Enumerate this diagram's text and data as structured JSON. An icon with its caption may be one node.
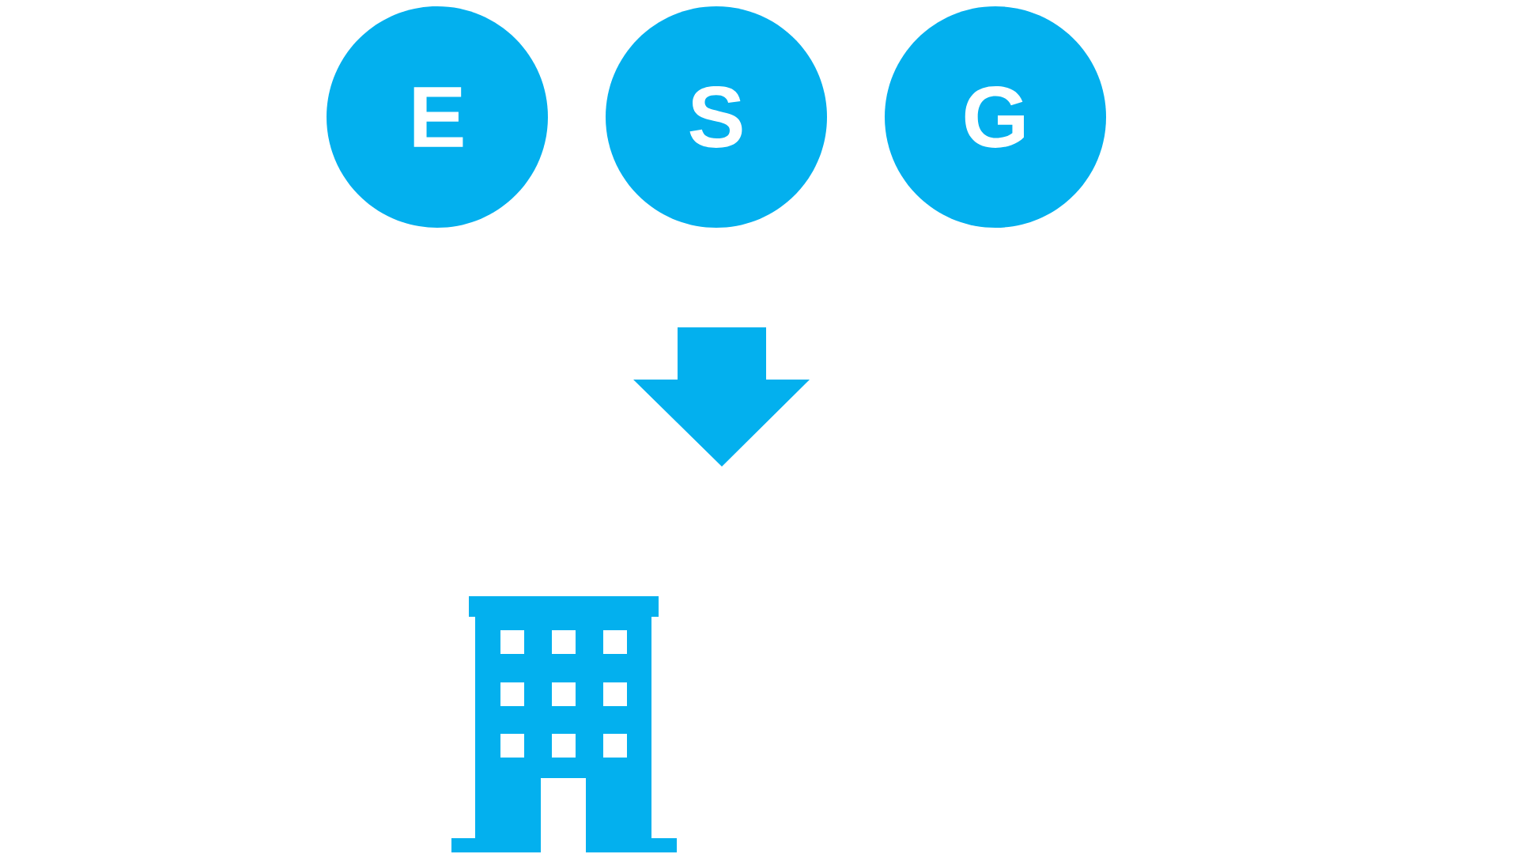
{
  "diagram": {
    "nodes": [
      {
        "text": [
          "E"
        ]
      },
      {
        "text": [
          "S"
        ]
      },
      {
        "text": [
          "G"
        ]
      }
    ]
  }
}
